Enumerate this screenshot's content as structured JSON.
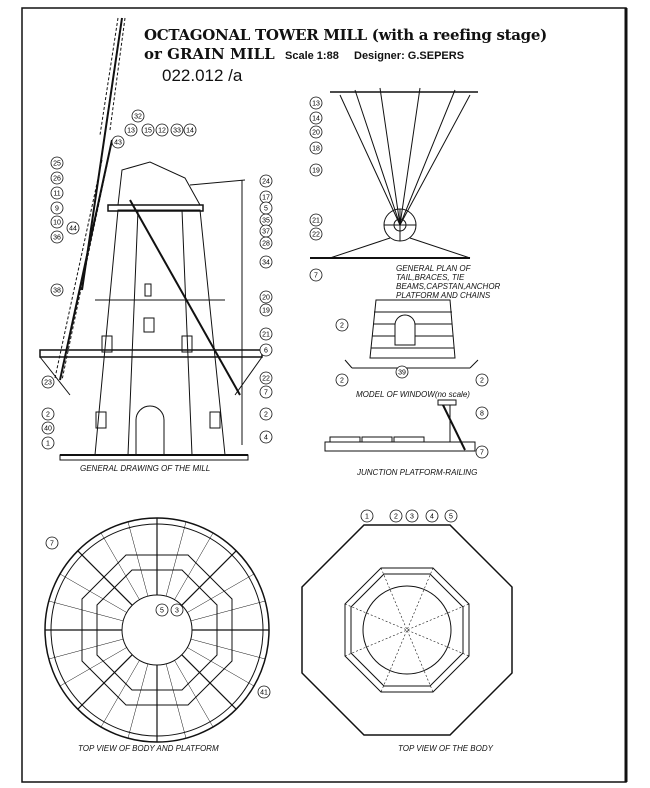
{
  "title": {
    "line1": "OCTAGONAL TOWER MILL (with a reefing stage)",
    "line2": "or GRAIN MILL",
    "scale": "Scale 1:88",
    "designer": "Designer: G.SEPERS",
    "code": "022.012 /a"
  },
  "captions": {
    "general_drawing": "GENERAL DRAWING OF THE MILL",
    "tail_plan": "GENERAL PLAN OF TAIL,BRACES, TIE BEAMS,CAPSTAN,ANCHOR PLATFORM AND CHAINS",
    "window_model": "MODEL OF WINDOW(no scale)",
    "junction": "JUNCTION PLATFORM-RAILING",
    "top_body_platform": "TOP VIEW OF BODY AND PLATFORM",
    "top_body": "TOP VIEW OF THE BODY"
  },
  "part_labels": [
    "25",
    "26",
    "11",
    "9",
    "10",
    "44",
    "36",
    "43",
    "32",
    "13",
    "15",
    "12",
    "33",
    "14",
    "24",
    "17",
    "5",
    "35",
    "37",
    "28",
    "34",
    "38",
    "20",
    "19",
    "21",
    "6",
    "22",
    "7",
    "23",
    "2",
    "40",
    "1",
    "2",
    "4",
    "13",
    "14",
    "20",
    "18",
    "19",
    "21",
    "22",
    "7",
    "2",
    "39",
    "2",
    "2",
    "8",
    "7",
    "7",
    "5",
    "3",
    "41",
    "1",
    "2",
    "3",
    "4",
    "5"
  ]
}
